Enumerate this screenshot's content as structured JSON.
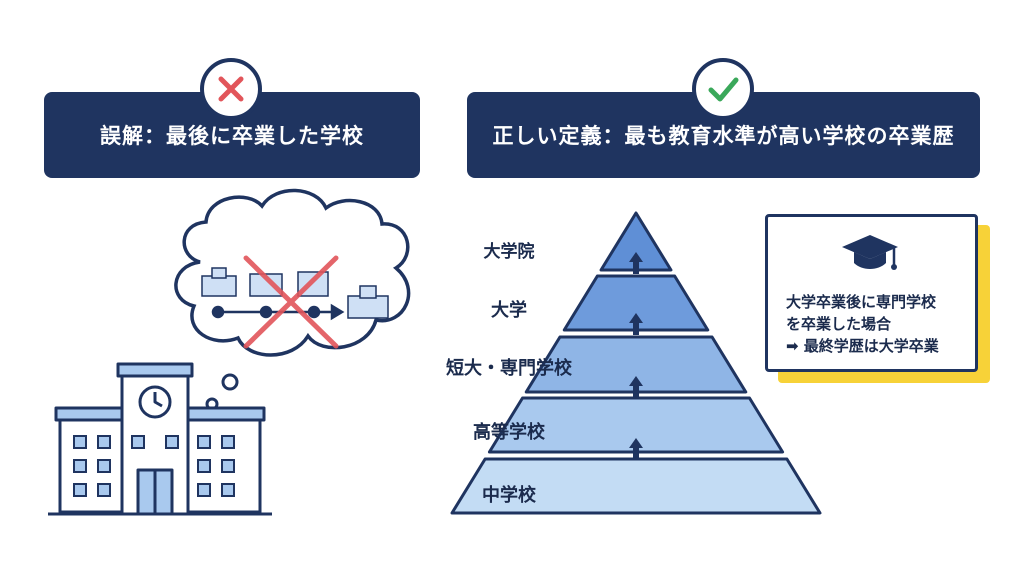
{
  "left_panel": {
    "status_icon": "x-mark-icon",
    "title": "誤解：最後に卒業した学校"
  },
  "right_panel": {
    "status_icon": "check-mark-icon",
    "title": "正しい定義：最も教育水準が高い学校の卒業歴"
  },
  "pyramid": {
    "levels": [
      {
        "label": "大学院",
        "color": "#5f8fd6"
      },
      {
        "label": "大学",
        "color": "#6e9bdc"
      },
      {
        "label": "短大・専門学校",
        "color": "#8fb5e6"
      },
      {
        "label": "高等学校",
        "color": "#a9c9ee"
      },
      {
        "label": "中学校",
        "color": "#c3dcf4"
      }
    ]
  },
  "note": {
    "lines": [
      "大学卒業後に専門学校",
      "を卒業した場合",
      "➡ 最終学歴は大学卒業"
    ],
    "icon": "graduation-cap-icon"
  },
  "colors": {
    "navy": "#1f3460",
    "wrong_red": "#e2555a",
    "right_green": "#3aa85a",
    "note_accent": "#f7d238"
  }
}
